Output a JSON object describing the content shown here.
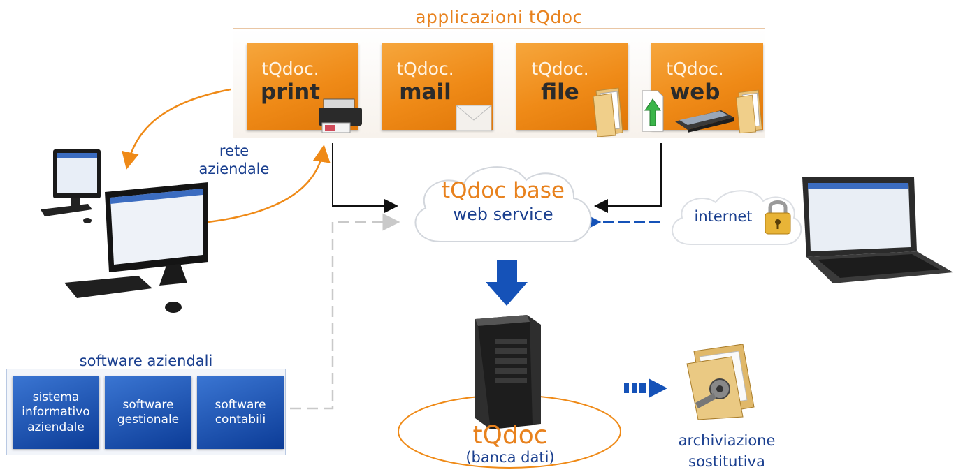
{
  "apps": {
    "title": "applicazioni tQdoc",
    "tiles": [
      {
        "prefix": "tQdoc.",
        "name": "print"
      },
      {
        "prefix": "tQdoc.",
        "name": "mail"
      },
      {
        "prefix": "tQdoc.",
        "name": "file"
      },
      {
        "prefix": "tQdoc.",
        "name": "web"
      }
    ]
  },
  "network": {
    "line1": "rete",
    "line2": "aziendale"
  },
  "cloud_base": {
    "line1": "tQdoc base",
    "line2": "web service"
  },
  "cloud_internet": {
    "label": "internet"
  },
  "software": {
    "title": "software aziendali",
    "items": [
      {
        "label": "sistema informativo aziendale"
      },
      {
        "label": "software gestionale"
      },
      {
        "label": "software contabili"
      }
    ]
  },
  "database": {
    "line1": "tQdoc",
    "line2": "(banca dati)"
  },
  "archive": {
    "line1": "archiviazione",
    "line2": "sostitutiva"
  },
  "colors": {
    "orange": "#ef8a17",
    "blue": "#1a3f8f",
    "tile_blue": "#0c3c97",
    "arrow_blue": "#1552b8"
  },
  "icons": [
    "printer-icon",
    "envelope-icon",
    "folder-icon",
    "upload-document-icon",
    "scanner-icon",
    "desktop-computer-icon",
    "laptop-icon",
    "padlock-icon",
    "server-tower-icon",
    "archive-folder-key-icon"
  ]
}
